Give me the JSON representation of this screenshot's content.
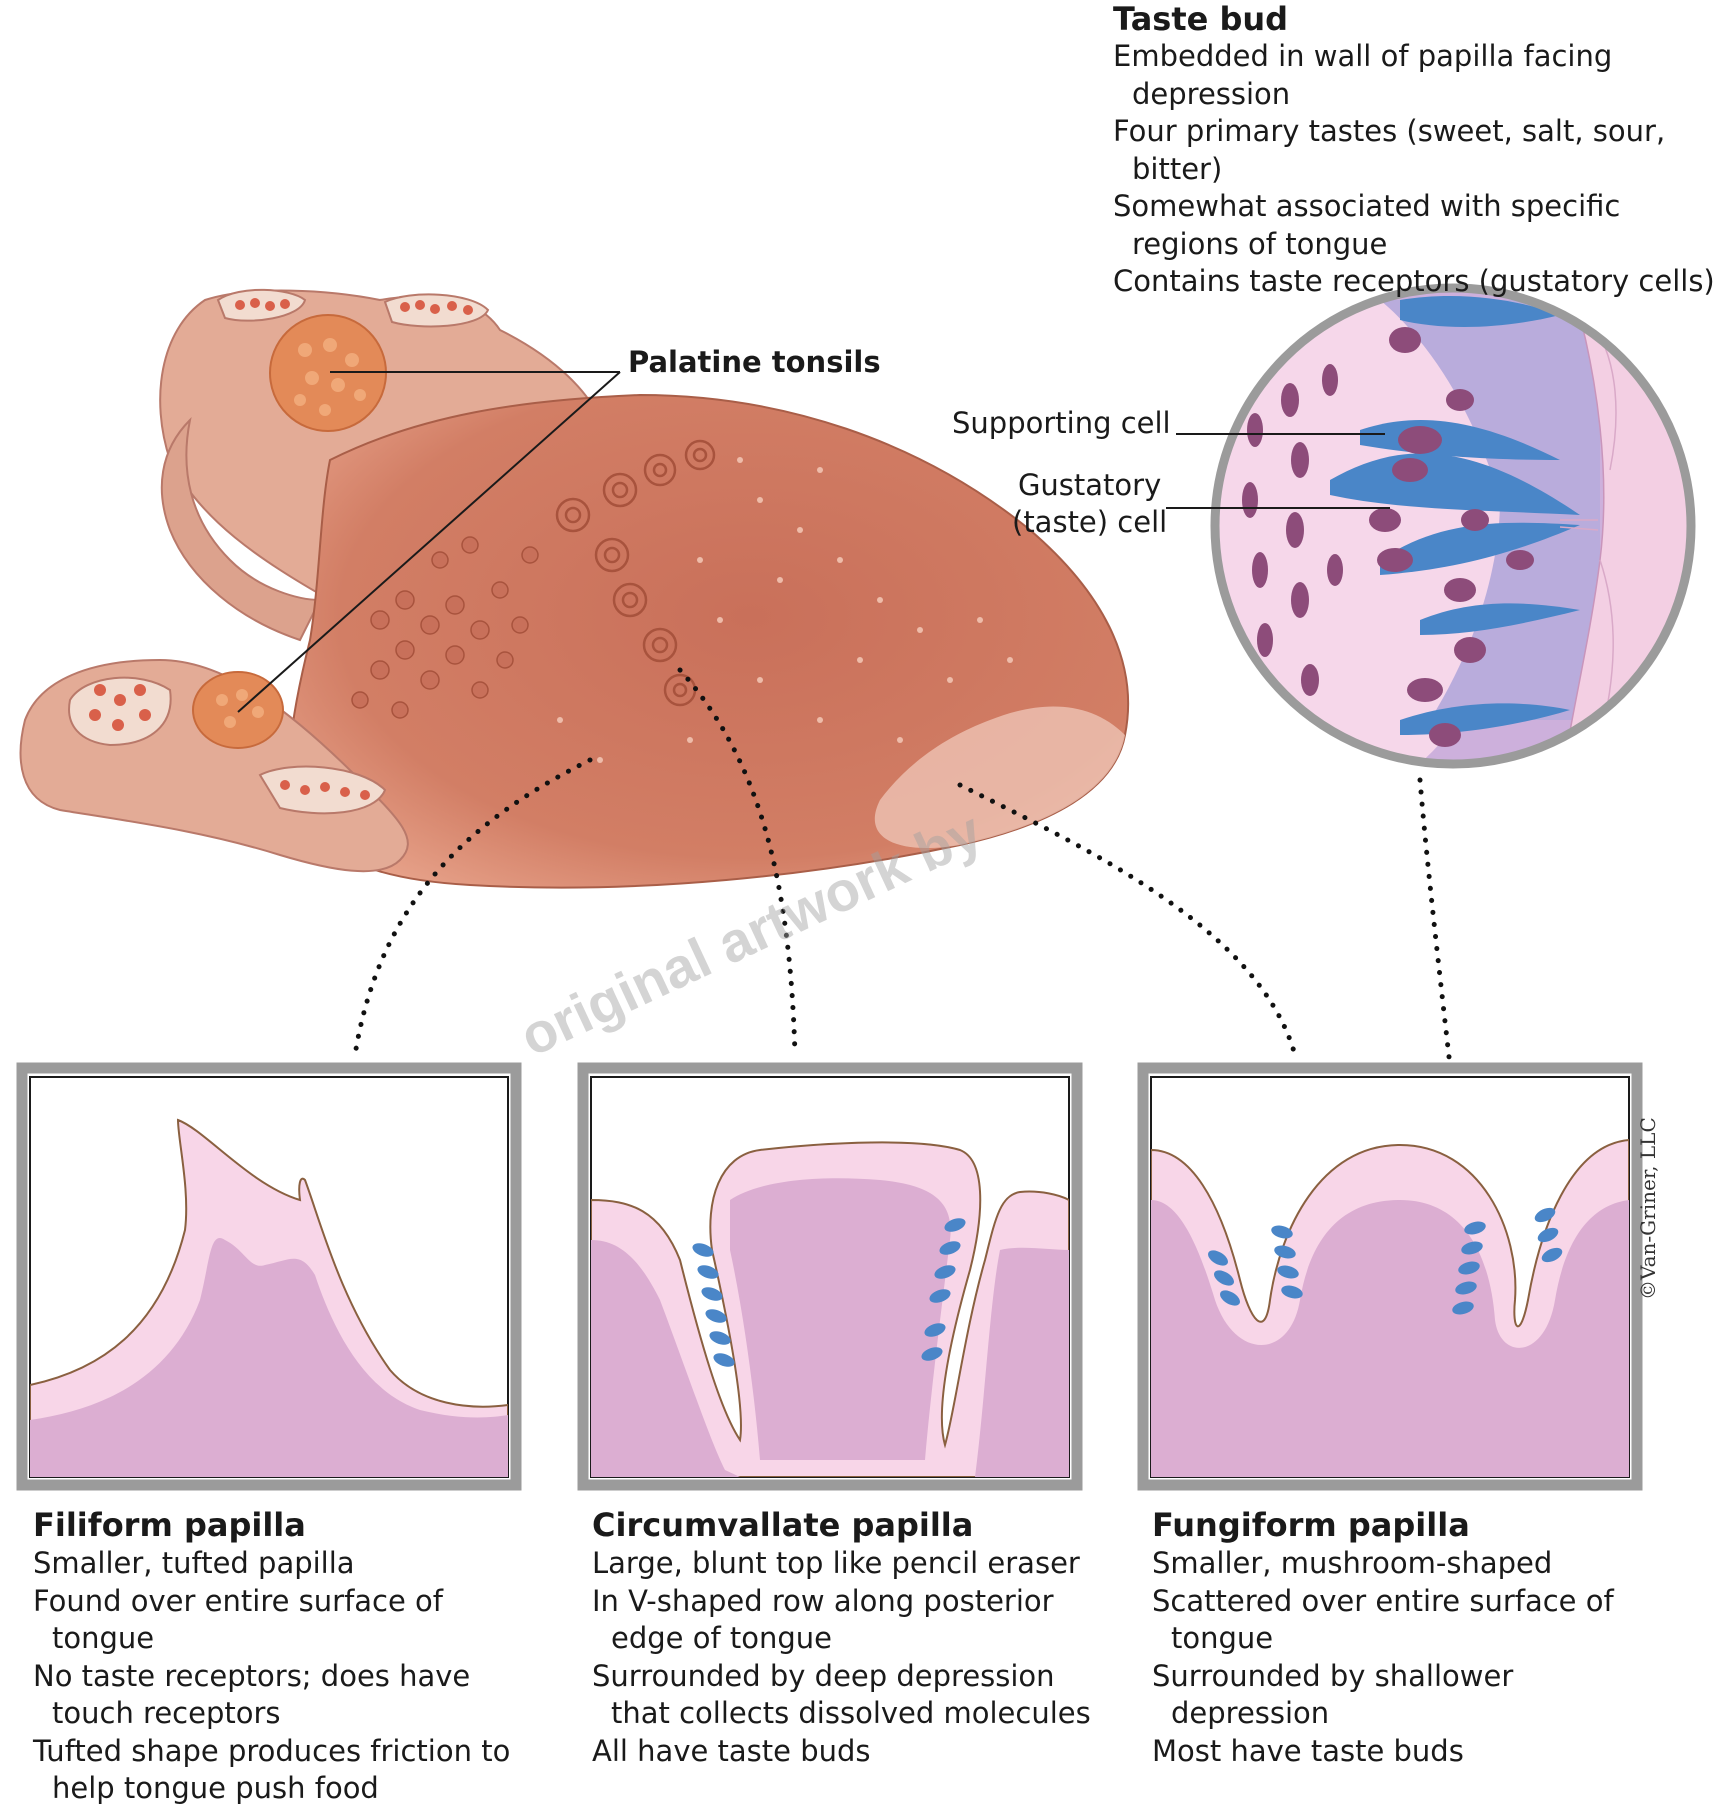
{
  "taste_bud": {
    "title": "Taste bud",
    "lines": [
      "Embedded in wall of papilla facing depression",
      "Four primary tastes (sweet, salt, sour, bitter)",
      "Somewhat associated with specific regions of tongue",
      "Contains taste receptors (gustatory cells)"
    ]
  },
  "callouts": {
    "palatine_tonsils": "Palatine tonsils",
    "supporting_cell": "Supporting cell",
    "gustatory_cell_line1": "Gustatory",
    "gustatory_cell_line2": "(taste) cell"
  },
  "panels": [
    {
      "title": "Filiform papilla",
      "lines": [
        "Smaller, tufted papilla",
        "Found over entire surface of tongue",
        "No taste receptors; does have touch receptors",
        "Tufted shape produces friction to help tongue push food"
      ]
    },
    {
      "title": "Circumvallate papilla",
      "lines": [
        "Large, blunt top like pencil eraser",
        "In V-shaped row along posterior edge of tongue",
        "Surrounded by deep depression that collects dissolved molecules",
        "All have taste buds"
      ]
    },
    {
      "title": "Fungiform papilla",
      "lines": [
        "Smaller, mushroom-shaped",
        "Scattered over entire surface of tongue",
        "Surrounded by shallower depression",
        "Most have taste buds"
      ]
    }
  ],
  "copyright": "©Van-Griner, LLC",
  "watermark": "original artwork by",
  "colors": {
    "tongue": "#cf7b62",
    "tongue_base": "#e7a890",
    "tonsil": "#e08a55",
    "tissue_pink": "#f8d6e8",
    "tissue_mauve": "#dcaed2",
    "taste_bud_blue": "#4a86c8",
    "frame_gray": "#9b9b9b"
  }
}
